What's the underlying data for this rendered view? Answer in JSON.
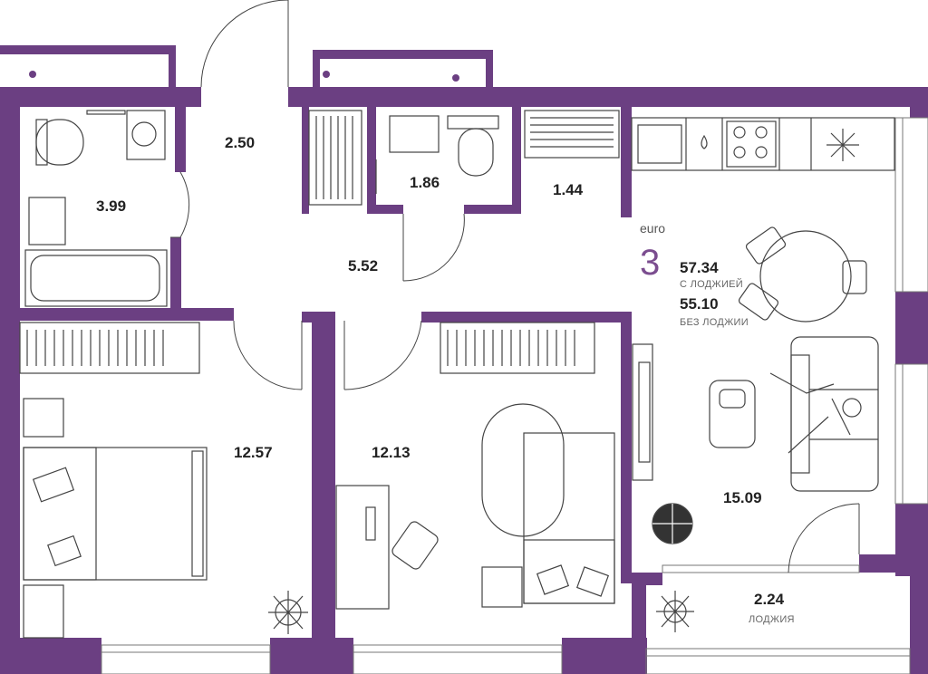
{
  "apartment": {
    "type_prefix": "euro",
    "rooms": "3",
    "area_with_loggia": "57.34",
    "area_with_loggia_label": "С ЛОДЖИЕЙ",
    "area_without_loggia": "55.10",
    "area_without_loggia_label": "БЕЗ ЛОДЖИИ"
  },
  "rooms": {
    "bathroom": "3.99",
    "entrance": "2.50",
    "wc": "1.86",
    "closet": "1.44",
    "hall": "5.52",
    "bedroom_left": "12.57",
    "bedroom_middle": "12.13",
    "living_kitchen": "15.09",
    "loggia": "2.24",
    "loggia_label": "ЛОДЖИЯ"
  },
  "colors": {
    "wall": "#6b3f82",
    "accent_text": "#7b4d8f"
  },
  "icons": [
    "snowflake-icon",
    "water-drop-icon",
    "plant-icon"
  ]
}
